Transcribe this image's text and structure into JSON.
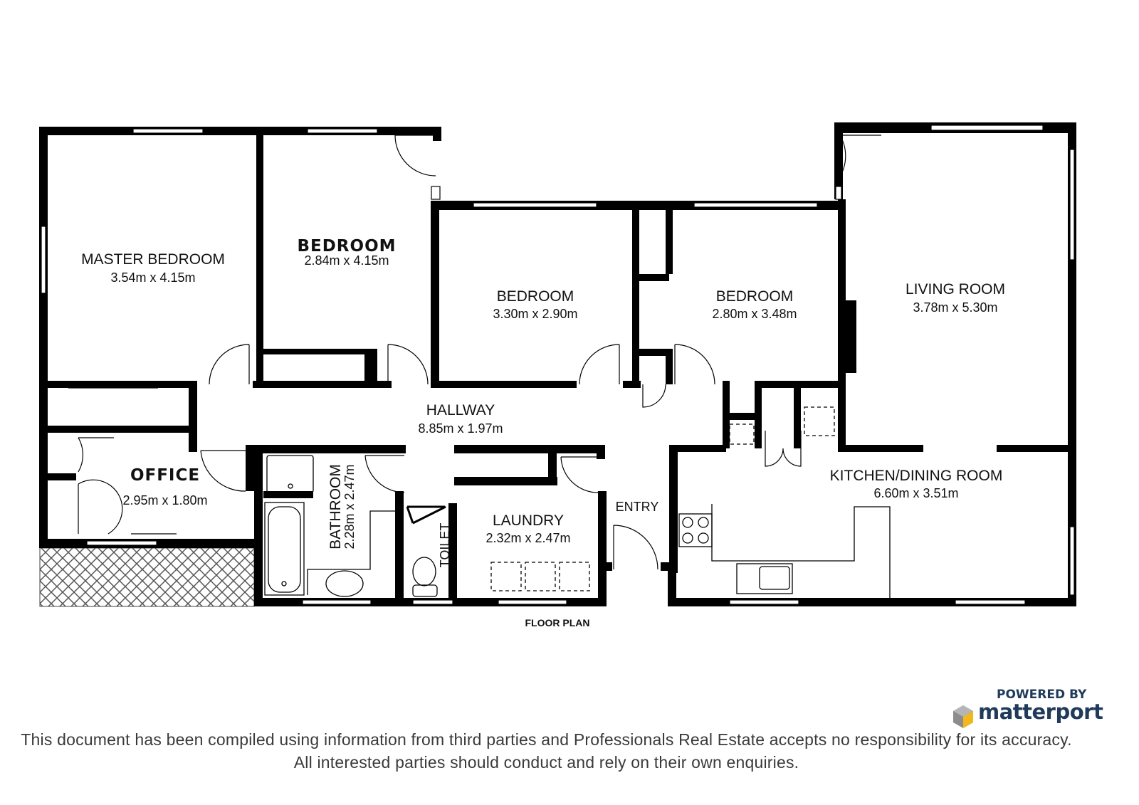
{
  "rooms": {
    "master_bedroom": {
      "name": "MASTER BEDROOM",
      "size": "3.54m x 4.15m"
    },
    "bedroom_1": {
      "name": "BEDROOM",
      "size": "2.84m x 4.15m"
    },
    "bedroom_2": {
      "name": "BEDROOM",
      "size": "3.30m x 2.90m"
    },
    "bedroom_3": {
      "name": "BEDROOM",
      "size": "2.80m x 3.48m"
    },
    "living_room": {
      "name": "LIVING ROOM",
      "size": "3.78m x 5.30m"
    },
    "hallway": {
      "name": "HALLWAY",
      "size": "8.85m x 1.97m"
    },
    "office": {
      "name": "OFFICE",
      "size": "2.95m x 1.80m"
    },
    "bathroom": {
      "name": "BATHROOM",
      "size": "2.28m x 2.47m"
    },
    "toilet": {
      "name": "TOILET"
    },
    "laundry": {
      "name": "LAUNDRY",
      "size": "2.32m x 2.47m"
    },
    "entry": {
      "name": "ENTRY"
    },
    "kitchen_dining": {
      "name": "KITCHEN/DINING ROOM",
      "size": "6.60m x 3.51m"
    }
  },
  "plan_title": "FLOOR PLAN",
  "disclaimer": {
    "line1": "This document has been compiled using information from third parties and Professionals Real Estate accepts no responsibility for its accuracy.",
    "line2": "All interested parties should conduct and rely on their own enquiries."
  },
  "branding": {
    "powered_by": "POWERED BY",
    "brand": "matterport"
  }
}
